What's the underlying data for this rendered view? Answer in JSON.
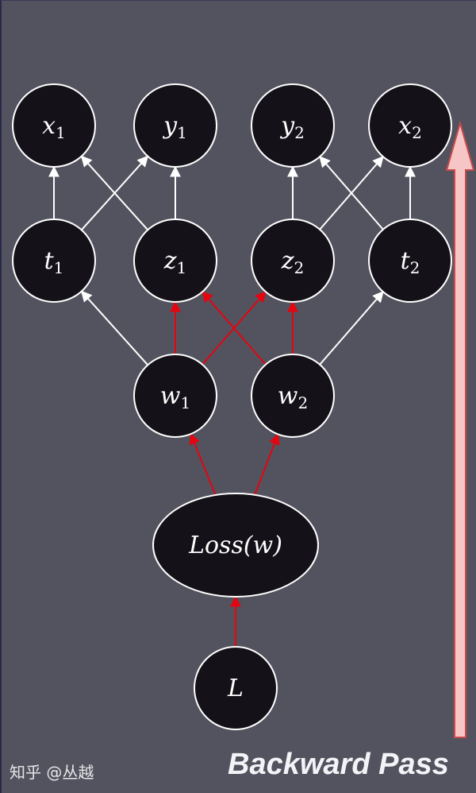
{
  "nodes": [
    {
      "id": "x1",
      "base": "x",
      "sub": "1"
    },
    {
      "id": "y1",
      "base": "y",
      "sub": "1"
    },
    {
      "id": "y2",
      "base": "y",
      "sub": "2"
    },
    {
      "id": "x2",
      "base": "x",
      "sub": "2"
    },
    {
      "id": "t1",
      "base": "t",
      "sub": "1"
    },
    {
      "id": "z1",
      "base": "z",
      "sub": "1"
    },
    {
      "id": "z2",
      "base": "z",
      "sub": "2"
    },
    {
      "id": "t2",
      "base": "t",
      "sub": "2"
    },
    {
      "id": "w1",
      "base": "w",
      "sub": "1"
    },
    {
      "id": "w2",
      "base": "w",
      "sub": "2"
    },
    {
      "id": "loss",
      "base": "Loss(w)",
      "sub": ""
    },
    {
      "id": "L",
      "base": "L",
      "sub": ""
    }
  ],
  "edges": [
    {
      "from": "t1",
      "to": "x1",
      "color": "white"
    },
    {
      "from": "t1",
      "to": "y1",
      "color": "white"
    },
    {
      "from": "z1",
      "to": "x1",
      "color": "white"
    },
    {
      "from": "z1",
      "to": "y1",
      "color": "white"
    },
    {
      "from": "z2",
      "to": "y2",
      "color": "white"
    },
    {
      "from": "z2",
      "to": "x2",
      "color": "white"
    },
    {
      "from": "t2",
      "to": "y2",
      "color": "white"
    },
    {
      "from": "t2",
      "to": "x2",
      "color": "white"
    },
    {
      "from": "w1",
      "to": "t1",
      "color": "white"
    },
    {
      "from": "w2",
      "to": "t2",
      "color": "white"
    },
    {
      "from": "w1",
      "to": "z1",
      "color": "red"
    },
    {
      "from": "w1",
      "to": "z2",
      "color": "red"
    },
    {
      "from": "w2",
      "to": "z1",
      "color": "red"
    },
    {
      "from": "w2",
      "to": "z2",
      "color": "red"
    },
    {
      "from": "loss",
      "to": "w1",
      "color": "red"
    },
    {
      "from": "loss",
      "to": "w2",
      "color": "red"
    },
    {
      "from": "L",
      "to": "loss",
      "color": "red"
    }
  ],
  "colors": {
    "background": "#53535f",
    "node_fill": "#141218",
    "node_stroke": "#ffffff",
    "white": "#ffffff",
    "red": "#e3050f",
    "big_arrow": "#f6c6c6",
    "big_arrow_stroke": "#c94a4a"
  },
  "title": "Backward Pass",
  "watermark": "知乎 @丛越"
}
